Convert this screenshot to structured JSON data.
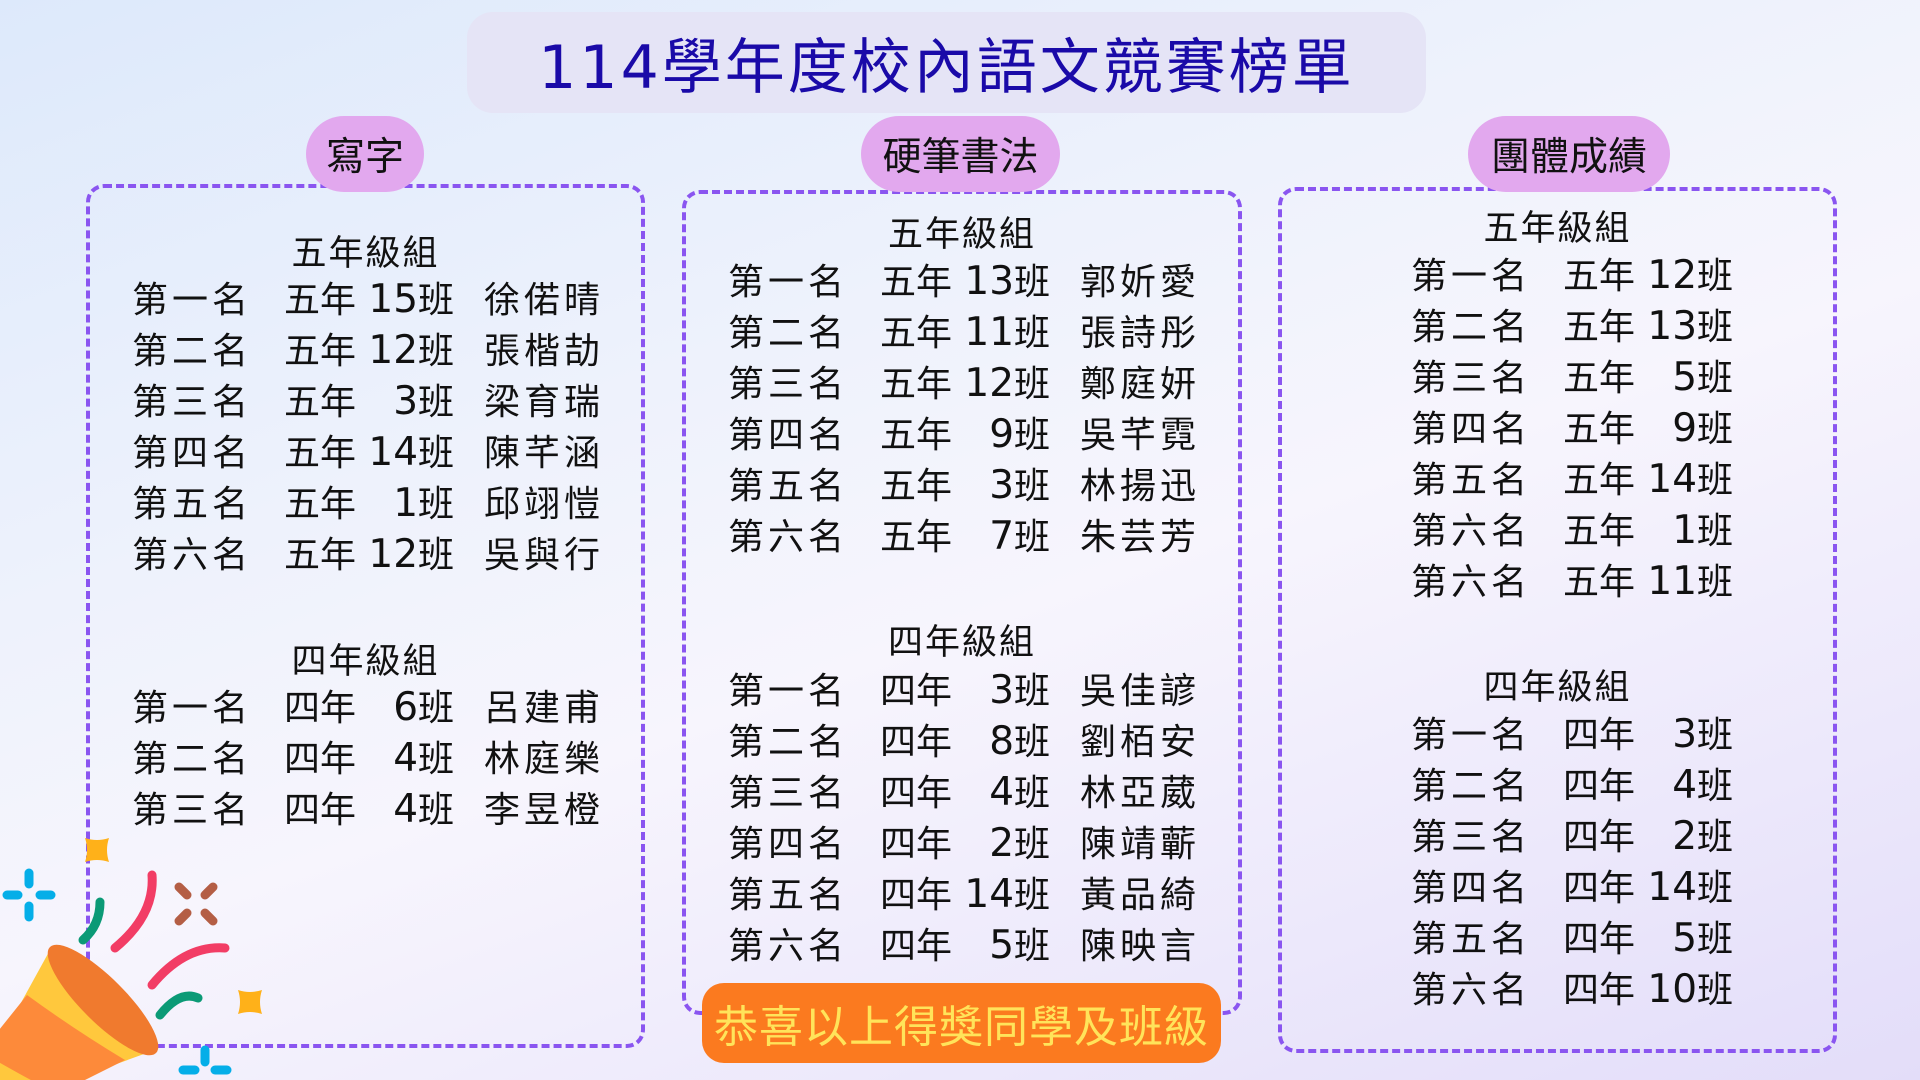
{
  "title": "114學年度校內語文競賽榜單",
  "colors": {
    "title": "#1a0aa8",
    "pill": "#e2a8ee",
    "dashed_border": "#8a55f0",
    "banner_bg": "#fb7a1f",
    "banner_text": "#ffe45a"
  },
  "sections": [
    {
      "label": "寫字",
      "groups": [
        {
          "title": "五年級組",
          "rows": [
            {
              "rank": "第一名",
              "grade": "五年",
              "num": "15",
              "unit": "班",
              "name": "徐偌晴"
            },
            {
              "rank": "第二名",
              "grade": "五年",
              "num": "12",
              "unit": "班",
              "name": "張楷劼"
            },
            {
              "rank": "第三名",
              "grade": "五年",
              "num": "3",
              "unit": "班",
              "name": "梁育瑞"
            },
            {
              "rank": "第四名",
              "grade": "五年",
              "num": "14",
              "unit": "班",
              "name": "陳芊涵"
            },
            {
              "rank": "第五名",
              "grade": "五年",
              "num": "1",
              "unit": "班",
              "name": "邱翊愷"
            },
            {
              "rank": "第六名",
              "grade": "五年",
              "num": "12",
              "unit": "班",
              "name": "吳與行"
            }
          ]
        },
        {
          "title": "四年級組",
          "rows": [
            {
              "rank": "第一名",
              "grade": "四年",
              "num": "6",
              "unit": "班",
              "name": "呂建甫"
            },
            {
              "rank": "第二名",
              "grade": "四年",
              "num": "4",
              "unit": "班",
              "name": "林庭樂"
            },
            {
              "rank": "第三名",
              "grade": "四年",
              "num": "4",
              "unit": "班",
              "name": "李昱橙"
            }
          ]
        }
      ]
    },
    {
      "label": "硬筆書法",
      "groups": [
        {
          "title": "五年級組",
          "rows": [
            {
              "rank": "第一名",
              "grade": "五年",
              "num": "13",
              "unit": "班",
              "name": "郭妡愛"
            },
            {
              "rank": "第二名",
              "grade": "五年",
              "num": "11",
              "unit": "班",
              "name": "張詩彤"
            },
            {
              "rank": "第三名",
              "grade": "五年",
              "num": "12",
              "unit": "班",
              "name": "鄭庭妍"
            },
            {
              "rank": "第四名",
              "grade": "五年",
              "num": "9",
              "unit": "班",
              "name": "吳芊霓"
            },
            {
              "rank": "第五名",
              "grade": "五年",
              "num": "3",
              "unit": "班",
              "name": "林揚迅"
            },
            {
              "rank": "第六名",
              "grade": "五年",
              "num": "7",
              "unit": "班",
              "name": "朱芸芳"
            }
          ]
        },
        {
          "title": "四年級組",
          "rows": [
            {
              "rank": "第一名",
              "grade": "四年",
              "num": "3",
              "unit": "班",
              "name": "吳佳諺"
            },
            {
              "rank": "第二名",
              "grade": "四年",
              "num": "8",
              "unit": "班",
              "name": "劉栢安"
            },
            {
              "rank": "第三名",
              "grade": "四年",
              "num": "4",
              "unit": "班",
              "name": "林亞葳"
            },
            {
              "rank": "第四名",
              "grade": "四年",
              "num": "2",
              "unit": "班",
              "name": "陳靖蘄"
            },
            {
              "rank": "第五名",
              "grade": "四年",
              "num": "14",
              "unit": "班",
              "name": "黃品綺"
            },
            {
              "rank": "第六名",
              "grade": "四年",
              "num": "5",
              "unit": "班",
              "name": "陳映言"
            }
          ]
        }
      ]
    },
    {
      "label": "團體成績",
      "groups": [
        {
          "title": "五年級組",
          "rows": [
            {
              "rank": "第一名",
              "grade": "五年",
              "num": "12",
              "unit": "班"
            },
            {
              "rank": "第二名",
              "grade": "五年",
              "num": "13",
              "unit": "班"
            },
            {
              "rank": "第三名",
              "grade": "五年",
              "num": "5",
              "unit": "班"
            },
            {
              "rank": "第四名",
              "grade": "五年",
              "num": "9",
              "unit": "班"
            },
            {
              "rank": "第五名",
              "grade": "五年",
              "num": "14",
              "unit": "班"
            },
            {
              "rank": "第六名",
              "grade": "五年",
              "num": "1",
              "unit": "班"
            },
            {
              "rank": "第六名",
              "grade": "五年",
              "num": "11",
              "unit": "班"
            }
          ]
        },
        {
          "title": "四年級組",
          "rows": [
            {
              "rank": "第一名",
              "grade": "四年",
              "num": "3",
              "unit": "班"
            },
            {
              "rank": "第二名",
              "grade": "四年",
              "num": "4",
              "unit": "班"
            },
            {
              "rank": "第三名",
              "grade": "四年",
              "num": "2",
              "unit": "班"
            },
            {
              "rank": "第四名",
              "grade": "四年",
              "num": "14",
              "unit": "班"
            },
            {
              "rank": "第五名",
              "grade": "四年",
              "num": "5",
              "unit": "班"
            },
            {
              "rank": "第六名",
              "grade": "四年",
              "num": "10",
              "unit": "班"
            }
          ]
        }
      ]
    }
  ],
  "banner": "恭喜以上得獎同學及班級",
  "decoration": {
    "icon": "party-popper-icon"
  }
}
